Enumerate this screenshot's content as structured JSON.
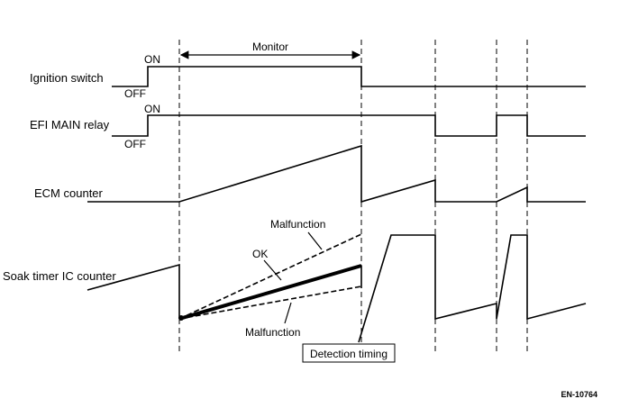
{
  "signals": {
    "ignition": {
      "label": "Ignition switch",
      "on": "ON",
      "off": "OFF"
    },
    "efi": {
      "label": "EFI MAIN relay",
      "on": "ON",
      "off": "OFF"
    },
    "ecm": {
      "label": "ECM counter"
    },
    "soak": {
      "label": "Soak timer IC counter"
    }
  },
  "annotations": {
    "monitor": "Monitor",
    "malfunction_upper": "Malfunction",
    "ok": "OK",
    "malfunction_lower": "Malfunction",
    "detection_timing": "Detection timing"
  },
  "figure_code": "EN-10764"
}
